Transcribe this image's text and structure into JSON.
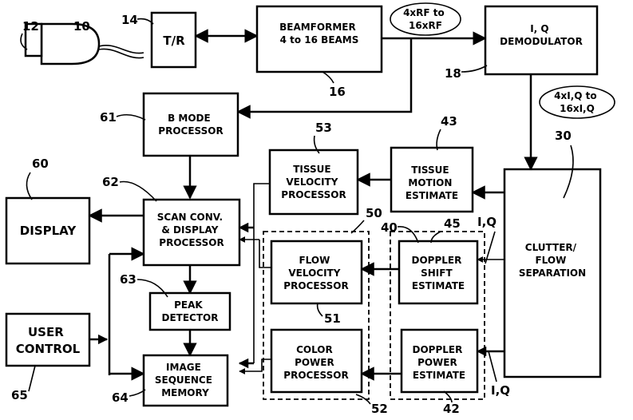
{
  "blocks": {
    "tr": [
      "T/R"
    ],
    "beamformer": [
      "BEAMFORMER",
      "4 to 16 BEAMS"
    ],
    "iq_demod": [
      "I, Q",
      "DEMODULATOR"
    ],
    "bmode": [
      "B MODE",
      "PROCESSOR"
    ],
    "tissue_velocity": [
      "TISSUE",
      "VELOCITY",
      "PROCESSOR"
    ],
    "tissue_motion": [
      "TISSUE",
      "MOTION",
      "ESTIMATE"
    ],
    "display": [
      "DISPLAY"
    ],
    "scan_conv": [
      "SCAN CONV.",
      "& DISPLAY",
      "PROCESSOR"
    ],
    "flow_velocity": [
      "FLOW",
      "VELOCITY",
      "PROCESSOR"
    ],
    "doppler_shift": [
      "DOPPLER",
      "SHIFT",
      "ESTIMATE"
    ],
    "clutter": [
      "CLUTTER/",
      "FLOW",
      "SEPARATION"
    ],
    "peak": [
      "PEAK",
      "DETECTOR"
    ],
    "user_control": [
      "USER",
      "CONTROL"
    ],
    "color_power": [
      "COLOR",
      "POWER",
      "PROCESSOR"
    ],
    "doppler_power": [
      "DOPPLER",
      "POWER",
      "ESTIMATE"
    ],
    "image_seq": [
      "IMAGE",
      "SEQUENCE",
      "MEMORY"
    ]
  },
  "notes": {
    "rf_rate": [
      "4xRF to",
      "16xRF"
    ],
    "iq_rate": [
      "4xI,Q to",
      "16xI,Q"
    ],
    "iq_upper": "I,Q",
    "iq_lower": "I,Q"
  },
  "refs": {
    "r12": "12",
    "r10": "10",
    "r14": "14",
    "r16": "16",
    "r18": "18",
    "r61": "61",
    "r53": "53",
    "r43": "43",
    "r30": "30",
    "r60": "60",
    "r62": "62",
    "r50": "50",
    "r40": "40",
    "r45": "45",
    "r63": "63",
    "r51": "51",
    "r65": "65",
    "r64": "64",
    "r52": "52",
    "r42": "42"
  }
}
